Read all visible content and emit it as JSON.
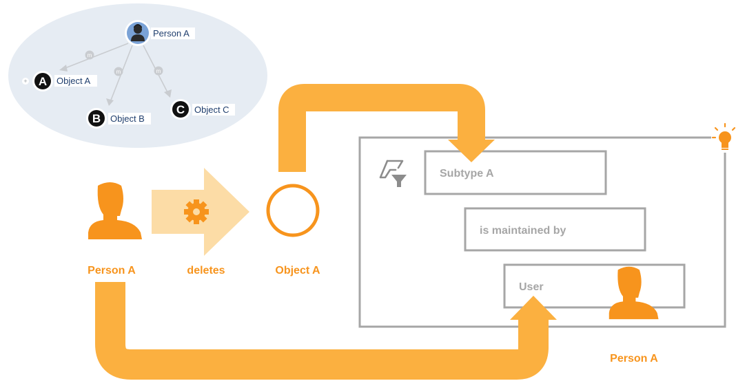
{
  "mini_graph": {
    "root": "Person A",
    "edge_label": "m",
    "nodes": [
      {
        "letter": "A",
        "label": "Object A"
      },
      {
        "letter": "B",
        "label": "Object B"
      },
      {
        "letter": "C",
        "label": "Object C"
      }
    ]
  },
  "flow": {
    "actor": "Person A",
    "action": "deletes",
    "object": "Object A"
  },
  "rule_panel": {
    "rows": [
      "Subtype A",
      "is maintained by",
      "User"
    ],
    "resolved_user": "Person A"
  },
  "icons": {
    "person": "person-icon",
    "gear": "gear-icon",
    "filter": "filter-icon",
    "bulb": "lightbulb-icon"
  },
  "colors": {
    "orange": "#f7941d",
    "orange_light": "#fbb040",
    "orange_pale": "#fcdca6",
    "gray_border": "#a6a6a6",
    "bubble": "#e6ecf3",
    "navy": "#1f3e6d"
  }
}
